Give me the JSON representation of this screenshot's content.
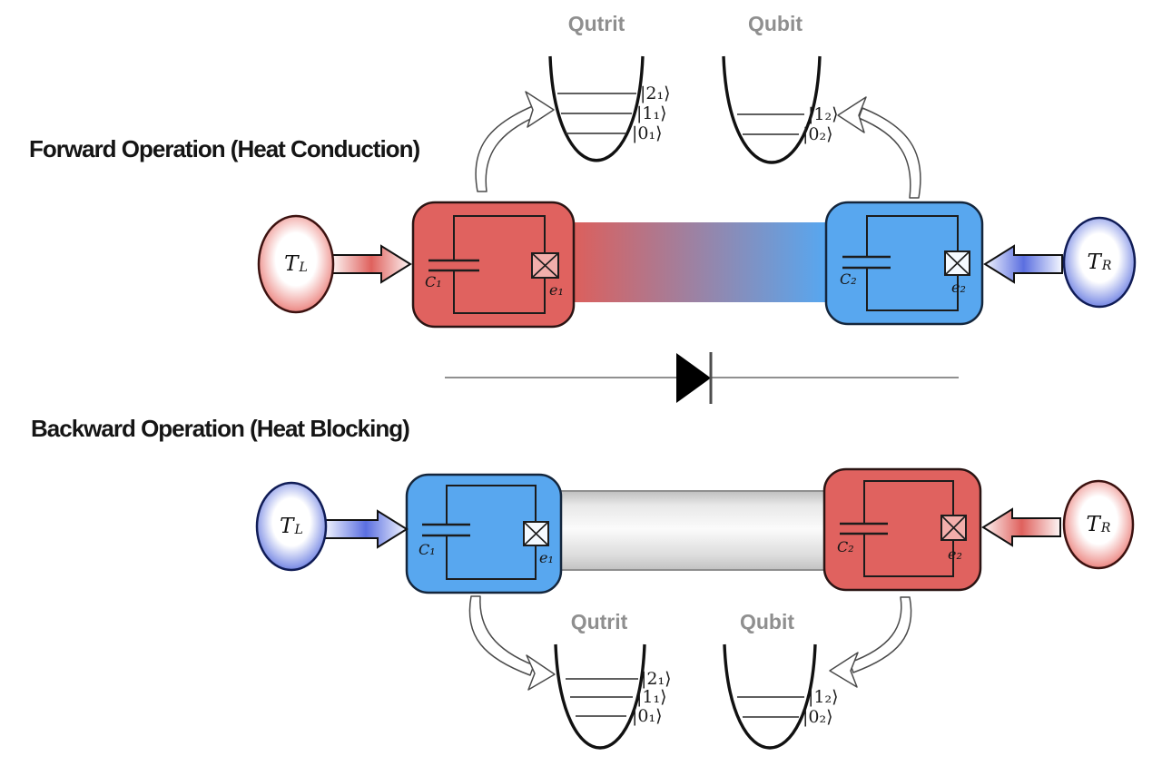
{
  "figure": {
    "headings": {
      "forward": "Forward Operation (Heat Conduction)",
      "backward": "Backward Operation (Heat Blocking)"
    },
    "wells": {
      "qutrit": {
        "label": "Qutrit",
        "levels": [
          "|2₁⟩",
          "|1₁⟩",
          "|0₁⟩"
        ]
      },
      "qubit": {
        "label": "Qubit",
        "levels": [
          "|1₂⟩",
          "|0₂⟩"
        ]
      }
    },
    "reservoirs": {
      "left": {
        "symbol": "T",
        "sub": "L"
      },
      "right": {
        "symbol": "T",
        "sub": "R"
      }
    },
    "circuits": {
      "one": {
        "capacitor": "C₁",
        "junction": "e₁"
      },
      "two": {
        "capacitor": "C₂",
        "junction": "e₂"
      }
    },
    "colors": {
      "hot": "#e0625f",
      "cold": "#58a7ef"
    }
  }
}
